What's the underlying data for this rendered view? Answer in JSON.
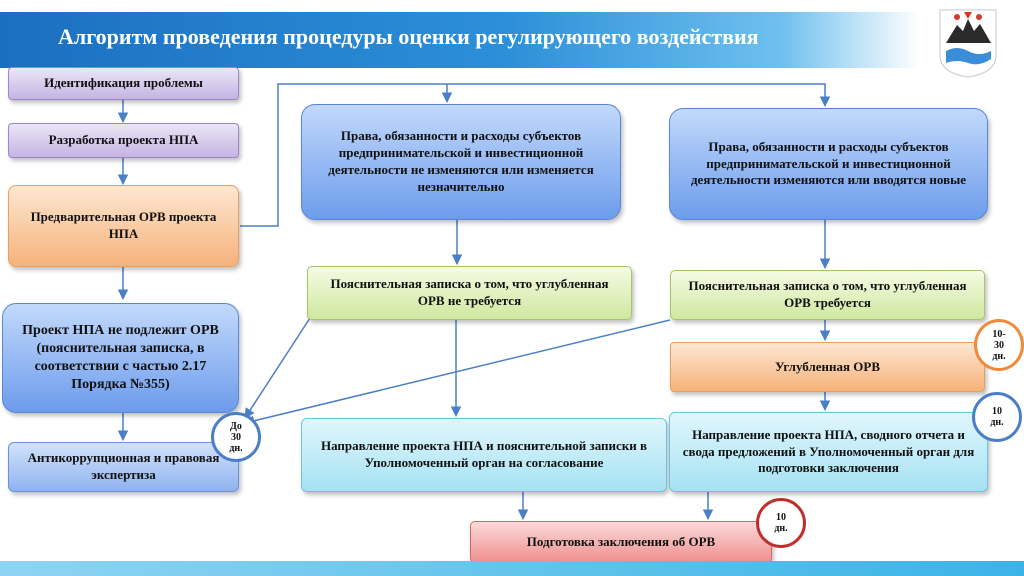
{
  "header": {
    "title": "Алгоритм проведения процедуры оценки регулирующего воздействия"
  },
  "logo": {
    "icon": "volcano-emblem-icon",
    "colors": {
      "shield": "#ffffff",
      "top": "#d63a2a",
      "mountain": "#2a2a2a",
      "water": "#3a8ed8"
    }
  },
  "nodes": {
    "identify": "Идентификация проблемы",
    "draft": "Разработка проекта НПА",
    "prelim": "Предварительная ОРВ проекта НПА",
    "not_subject": "Проект НПА не подлежит ОРВ (пояснительная записка, в соответствии с частью 2.17 Порядка №355)",
    "anticorruption": "Антикоррупционная и правовая экспертиза",
    "rights_unchanged": "Права, обязанности и расходы субъектов предпринимательской и инвестиционной деятельности не изменяются или изменяется незначительно",
    "note_not_required": "Пояснительная записка о том, что углубленная ОРВ не требуется",
    "send_project": "Направление  проекта НПА и пояснительной записки в Уполномоченный орган на согласование",
    "rights_changed": "Права, обязанности и расходы субъектов предпринимательской и инвестиционной деятельности изменяются или вводятся новые",
    "note_required": "Пояснительная записка о том, что углубленная ОРВ требуется",
    "deep_orv": "Углубленная ОРВ",
    "send_report": "Направление  проекта НПА, сводного отчета и свода предложений в Уполномоченный орган для подготовки заключения",
    "conclusion": "Подготовка заключения об ОРВ"
  },
  "badges": {
    "b30": "До\n30\nдн.",
    "b1030": "10-\n30\nдн.",
    "b10a": "10\nдн.",
    "b10b": "10\nдн."
  },
  "colors": {
    "connector": "#4a7fc8",
    "badge_blue": "#4a7fc8",
    "badge_orange": "#f08a3a",
    "badge_red": "#c0302a",
    "header": "#1b6fc0"
  }
}
